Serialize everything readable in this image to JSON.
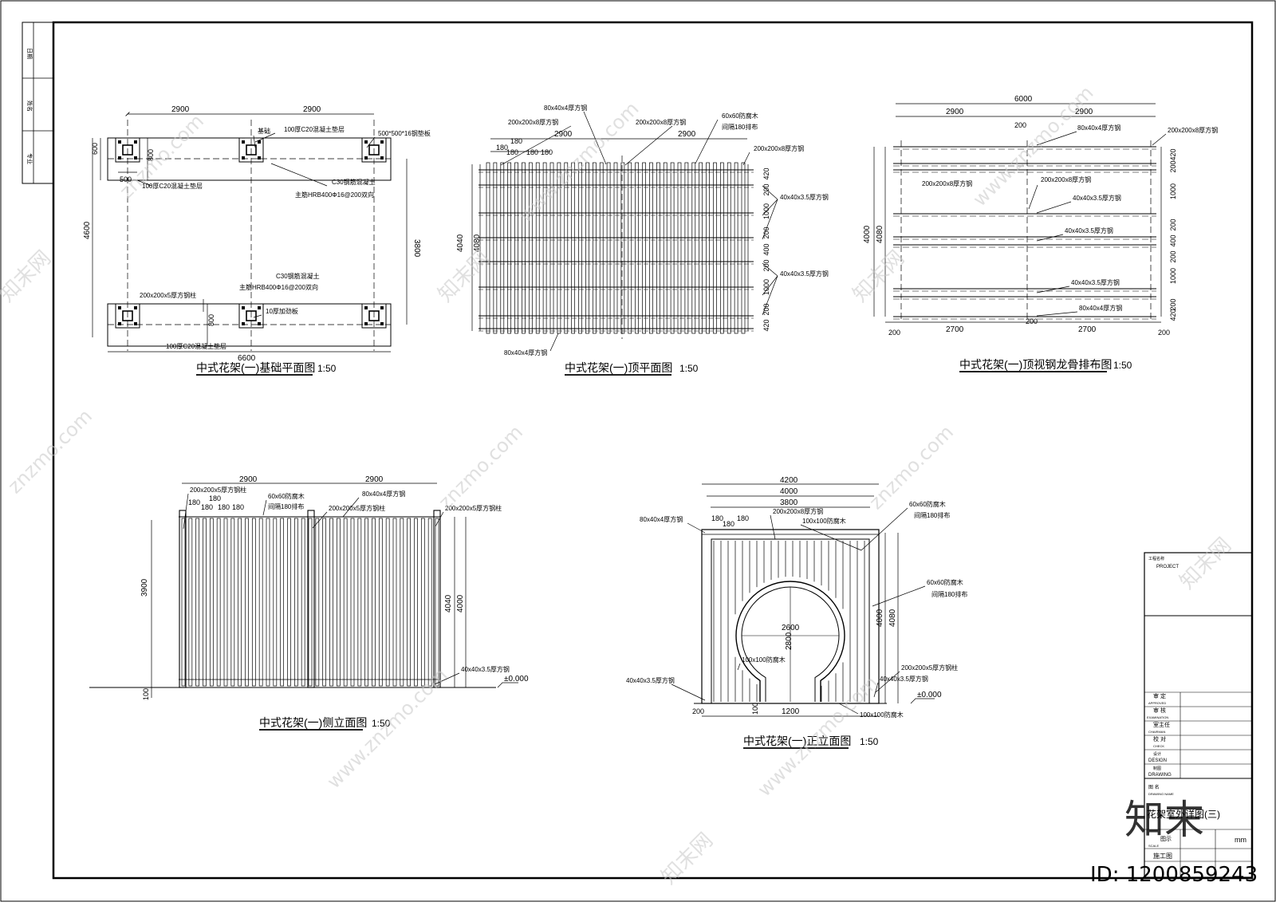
{
  "left_strip": {
    "field1": "日期",
    "field2": "姓名",
    "field3": "专业"
  },
  "plan_foundation": {
    "title": "中式花架(一)基础平面图",
    "scale": "1:50",
    "dims": {
      "top_a": "2900",
      "top_b": "2900",
      "total": "6600",
      "left": "4600",
      "right": "3800",
      "small_600": "600",
      "small_800a": "800",
      "small_800b": "800",
      "small_500": "500"
    },
    "labels": {
      "l1": "100厚C20混凝土垫层",
      "l2": "基础",
      "l3": "500*500*16钢垫板",
      "l4": "100厚C20混凝土垫层",
      "l5": "C30钢筋混凝土",
      "l6": "主筋HRB400Φ16@200双向",
      "l7": "C30钢筋混凝土",
      "l8": "主筋HRB400Φ16@200双向",
      "l9": "200x200x5厚方钢柱",
      "l10": "10厚加劲板",
      "l11": "100厚C20混凝土垫层"
    }
  },
  "plan_top": {
    "title": "中式花架(一)顶平面图",
    "scale": "1:50",
    "dims": {
      "a": "2900",
      "b": "2900",
      "s1": "180",
      "s2": "180",
      "s3": "180",
      "s4": "180",
      "s5": "180",
      "left_a": "4040",
      "left_b": "4080",
      "r": [
        "420",
        "200",
        "1000",
        "200",
        "400",
        "200",
        "1000",
        "200",
        "420"
      ]
    },
    "labels": {
      "l1": "80x40x4厚方钢",
      "l2": "200x200x8厚方钢",
      "l3": "200x200x8厚方钢",
      "l4": "60x60防腐木",
      "l5": "间隔180排布",
      "l6": "200x200x8厚方钢",
      "l7": "40x40x3.5厚方钢",
      "l8": "40x40x3.5厚方钢",
      "l9": "80x40x4厚方钢"
    }
  },
  "plan_frame": {
    "title": "中式花架(一)顶视钢龙骨排布图",
    "scale": "1:50",
    "dims": {
      "total": "6000",
      "a": "2900",
      "b": "2900",
      "mid": "200",
      "bl": "200",
      "b1": "2700",
      "bm": "200",
      "b2": "2700",
      "br": "200",
      "left_a": "4000",
      "left_b": "4080",
      "r": [
        "420",
        "200",
        "1000",
        "200",
        "400",
        "200",
        "1000",
        "200",
        "420"
      ]
    },
    "labels": {
      "l1": "80x40x4厚方钢",
      "l2": "200x200x8厚方钢",
      "l3": "200x200x8厚方钢",
      "l4": "40x40x3.5厚方钢",
      "l5": "40x40x3.5厚方钢",
      "l6": "40x40x3.5厚方钢",
      "l7": "80x40x4厚方钢"
    }
  },
  "elev_side": {
    "title": "中式花架(一)侧立面图",
    "scale": "1:50",
    "dims": {
      "a": "2900",
      "b": "2900",
      "s1": "180",
      "s2": "180",
      "s3": "180",
      "s4": "180",
      "s5": "180",
      "left": "3900",
      "bottom_left": "100",
      "right_a": "4040",
      "right_b": "4000",
      "level": "±0.000"
    },
    "labels": {
      "l1": "200x200x5厚方钢柱",
      "l2": "60x60防腐木",
      "l3": "间隔180排布",
      "l4": "80x40x4厚方钢",
      "l5": "200x200x5厚方钢柱",
      "l6": "200x200x5厚方钢柱",
      "l7": "40x40x3.5厚方钢"
    }
  },
  "elev_front": {
    "title": "中式花架(一)正立面图",
    "scale": "1:50",
    "dims": {
      "w1": "4200",
      "w2": "4000",
      "w3": "3800",
      "s1": "180",
      "s2": "180",
      "s3": "180",
      "circle": "2600",
      "h_circle": "2800",
      "right_a": "4000",
      "right_b": "4080",
      "bottom_l": "200",
      "bottom_100": "100",
      "bottom_mid": "1200",
      "level": "±0.000"
    },
    "labels": {
      "l1": "80x40x4厚方钢",
      "l2": "200x200x8厚方钢",
      "l3": "100x100防腐木",
      "l4": "60x60防腐木",
      "l5": "间隔180排布",
      "l6": "60x60防腐木",
      "l7": "间隔180排布",
      "l8": "100x100防腐木",
      "l9": "40x40x3.5厚方钢",
      "l10": "200x200x5厚方钢柱",
      "l11": "40x40x3.5厚方钢",
      "l12": "100x100防腐木"
    }
  },
  "title_block": {
    "project_cn": "工程名称",
    "project_en": "PROJECT",
    "approved_cn": "审 定",
    "approved_en": "APPROVED",
    "exam_cn": "审 核",
    "exam_en": "EXAMINATION",
    "chair_cn": "室主任",
    "chair_en": "CHAIRMAN",
    "check_cn": "校 对",
    "check_en": "CHECK",
    "design_cn": "设计",
    "design_en": "DESIGN",
    "drawing_cn": "制图",
    "drawing_en": "DRAWING",
    "name_cn": "图 名",
    "name_en": "DRAWING NAME",
    "drawing_name": "花架室外详图(三)",
    "scale_cn": "图示",
    "scale_en": "SCALE",
    "unit": "mm",
    "stage": "施工图"
  },
  "watermark": {
    "site": "znzmo.com",
    "site2": "www.znzmo.com",
    "brand": "知末网",
    "logo": "知末",
    "id": "ID: 1200859243"
  }
}
